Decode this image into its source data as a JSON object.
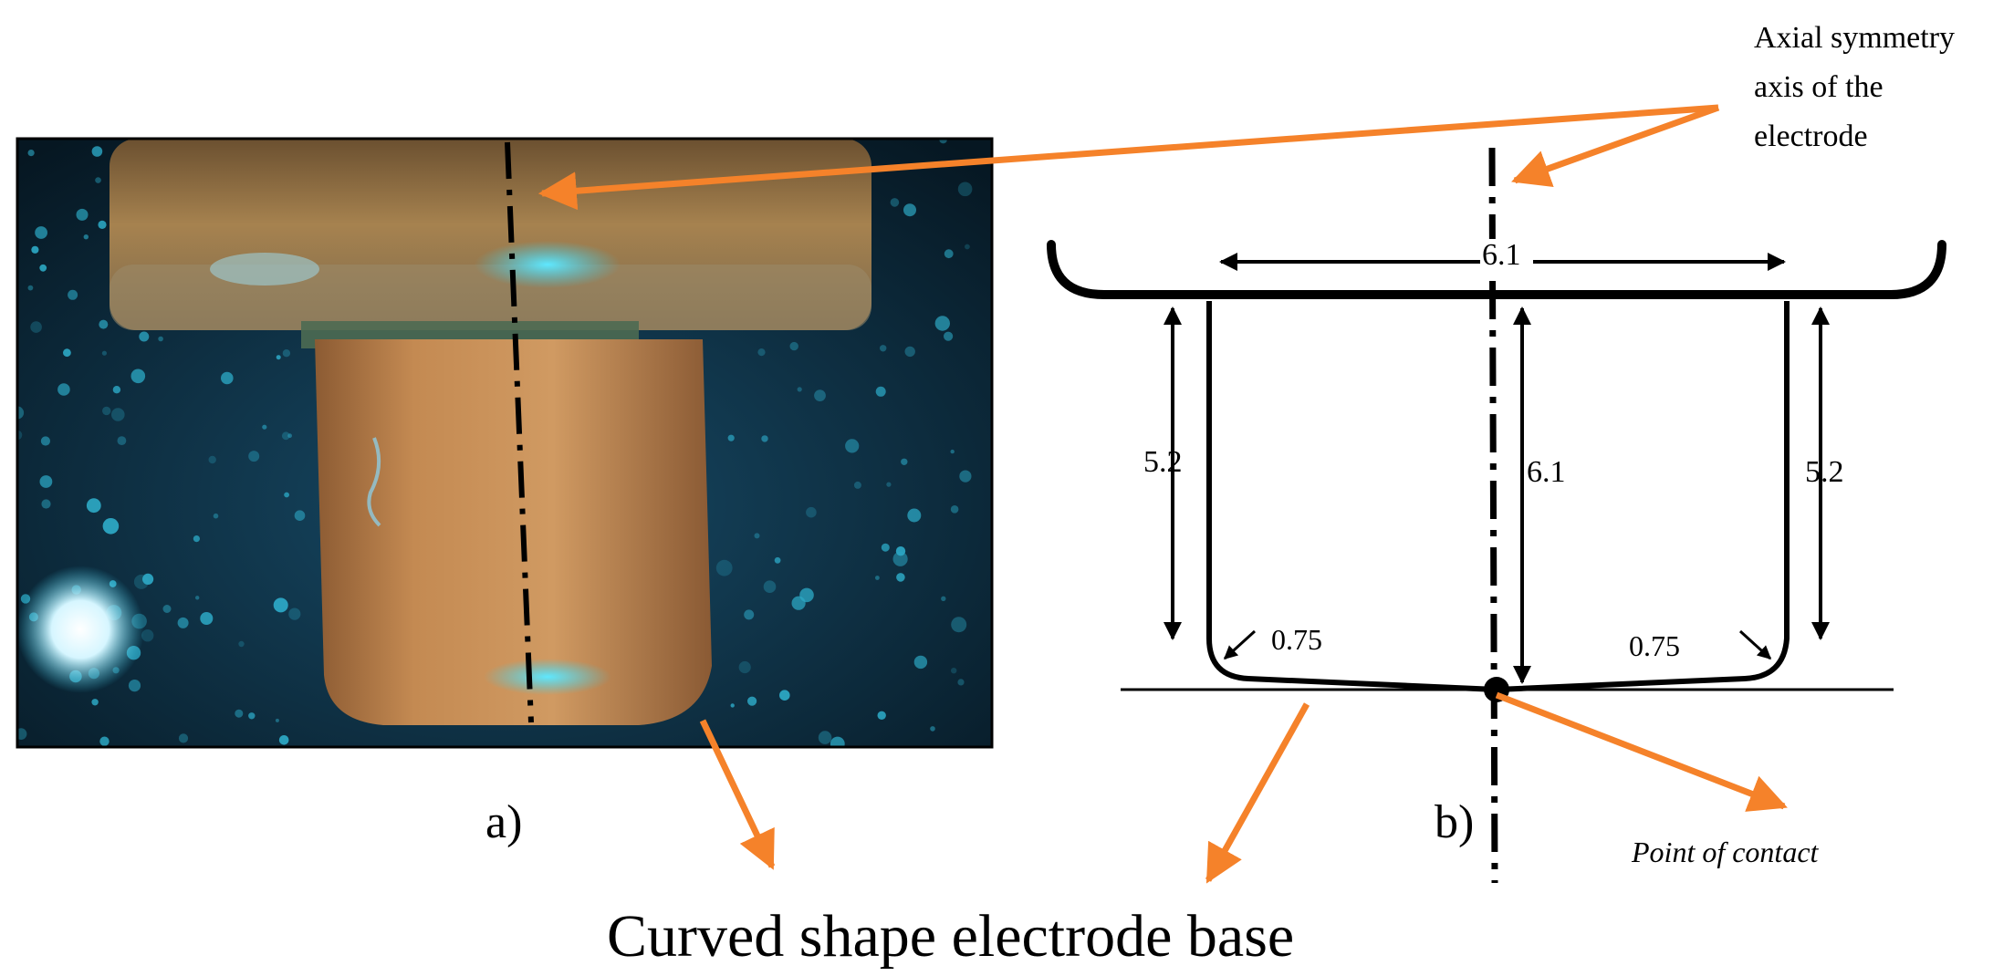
{
  "panel_a": {
    "label": "a)"
  },
  "panel_b": {
    "label": "b)",
    "dimensions": {
      "top_width": "6.1",
      "center_height": "6.1",
      "left_height": "5.2",
      "right_height": "5.2",
      "left_radius": "0.75",
      "right_radius": "0.75"
    },
    "point_of_contact": "Point of contact"
  },
  "annotations": {
    "axis_line1": "Axial symmetry",
    "axis_line2": "axis of the",
    "axis_line3": "electrode",
    "curved_base": "Curved shape electrode base"
  },
  "colors": {
    "arrow": "#F5822A",
    "line": "#000000",
    "photo_bg": "#0B2A3A",
    "copper": "#C8874E",
    "glow": "#37D0F0"
  }
}
